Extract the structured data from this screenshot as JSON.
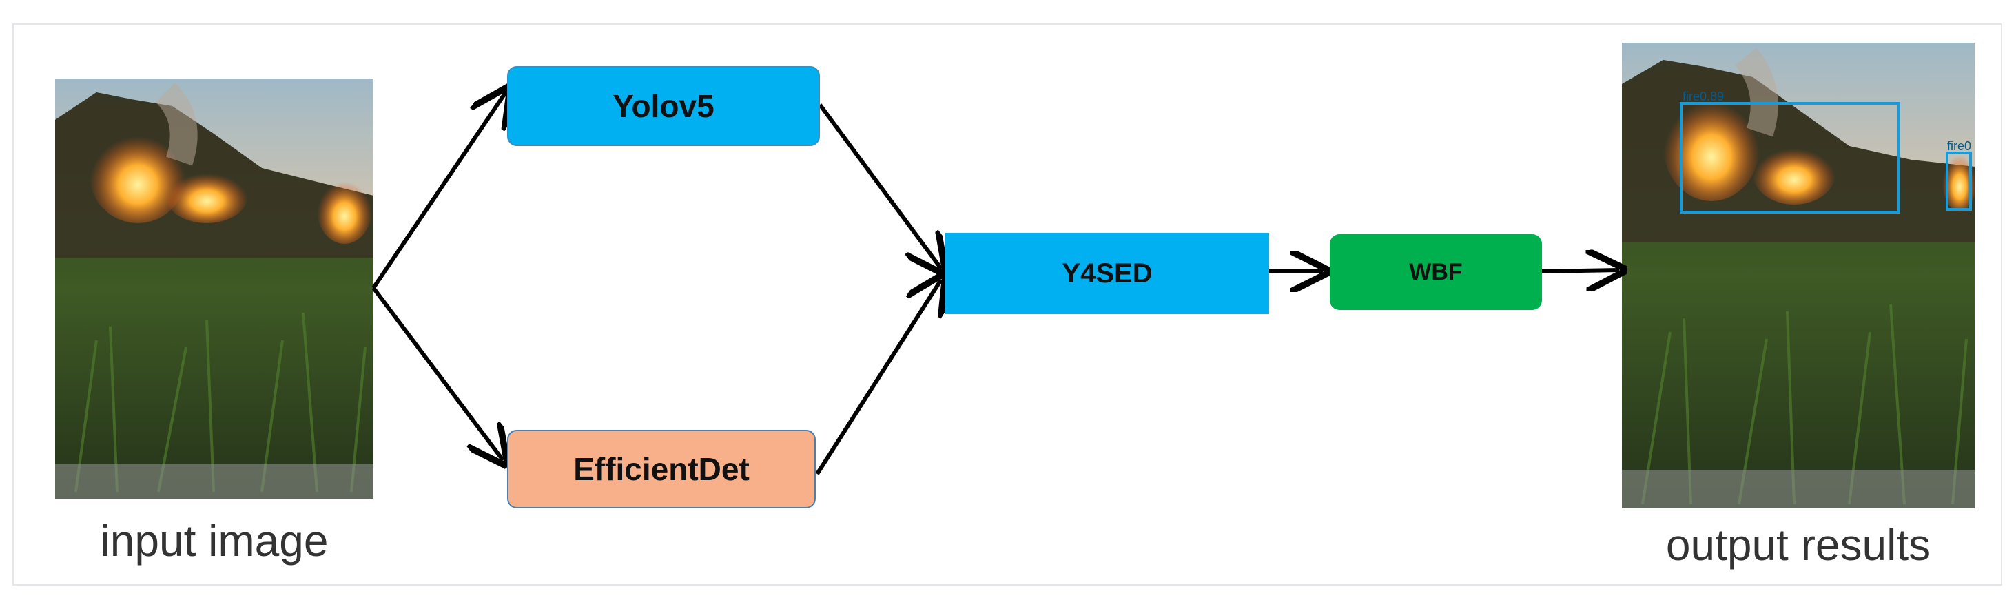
{
  "input": {
    "caption": "input image"
  },
  "output": {
    "caption": "output results",
    "detections": [
      {
        "label": "fire0.89"
      },
      {
        "label": "fire0"
      }
    ]
  },
  "nodes": {
    "yolov5": {
      "label": "Yolov5",
      "color": "#00b0f0"
    },
    "efficientdet": {
      "label": "EfficientDet",
      "color": "#f8b08a"
    },
    "y4sed": {
      "label": "Y4SED",
      "color": "#00b0f0"
    },
    "wbf": {
      "label": "WBF",
      "color": "#00b04f"
    }
  },
  "colors": {
    "arrow": "#000000",
    "detection_box": "#1a9ad6"
  }
}
